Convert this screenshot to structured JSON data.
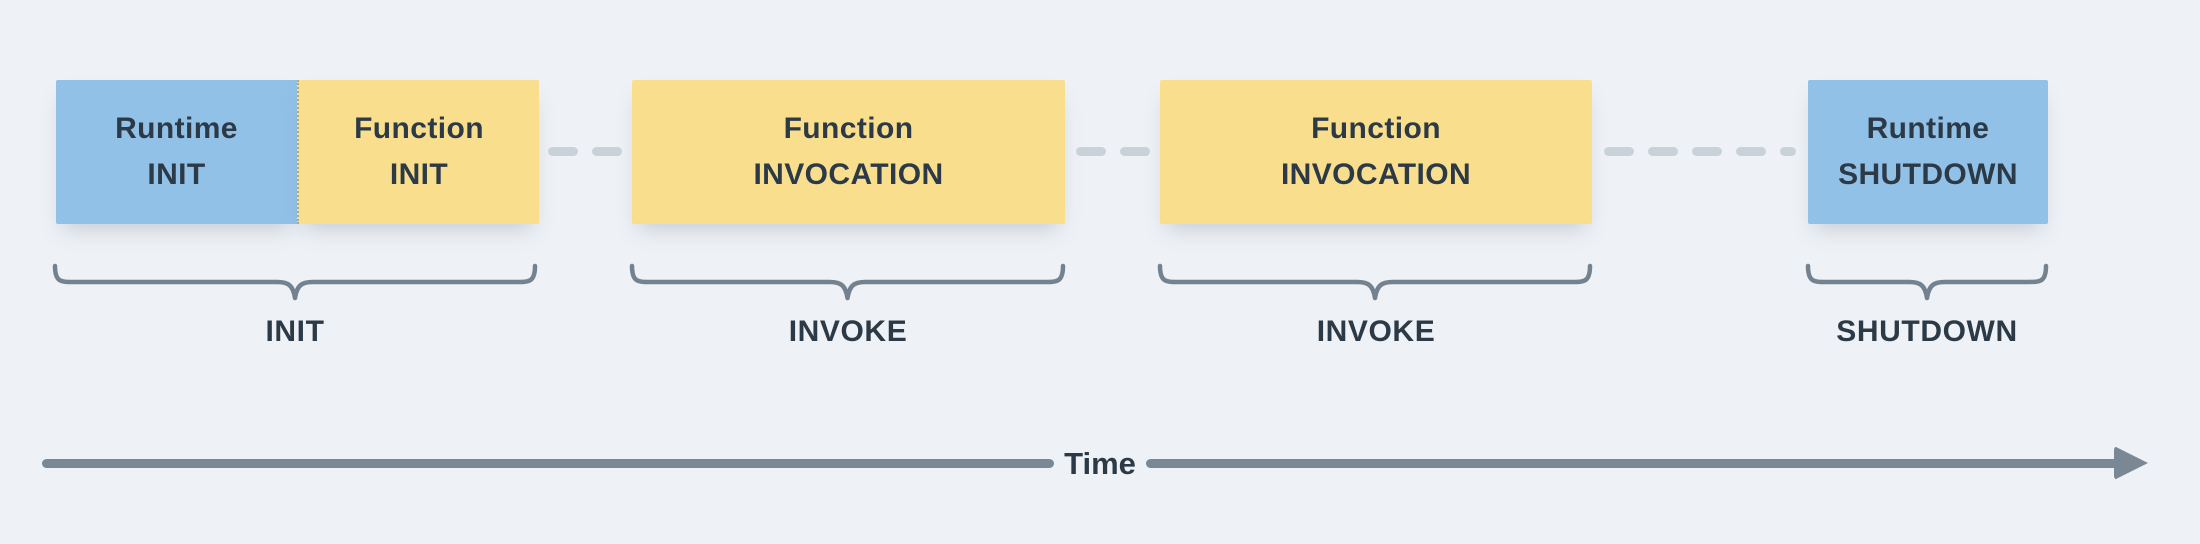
{
  "colors": {
    "background": "#eef1f5",
    "runtime_box": "#92c1e8",
    "function_box": "#f9df8d",
    "box_text": "#2c3a47",
    "connector": "#c9d2d9",
    "brace": "#74818f",
    "label_text": "#2c3a47",
    "timeline": "#7a8794"
  },
  "boxes": [
    {
      "name": "runtime-init",
      "line1": "Runtime",
      "line2": "INIT",
      "kind": "runtime"
    },
    {
      "name": "function-init",
      "line1": "Function",
      "line2": "INIT",
      "kind": "function"
    },
    {
      "name": "function-invocation-1",
      "line1": "Function",
      "line2": "INVOCATION",
      "kind": "function"
    },
    {
      "name": "function-invocation-2",
      "line1": "Function",
      "line2": "INVOCATION",
      "kind": "function"
    },
    {
      "name": "runtime-shutdown",
      "line1": "Runtime",
      "line2": "SHUTDOWN",
      "kind": "runtime"
    }
  ],
  "phases": [
    {
      "label": "INIT"
    },
    {
      "label": "INVOKE"
    },
    {
      "label": "INVOKE"
    },
    {
      "label": "SHUTDOWN"
    }
  ],
  "timeline": {
    "label": "Time"
  }
}
